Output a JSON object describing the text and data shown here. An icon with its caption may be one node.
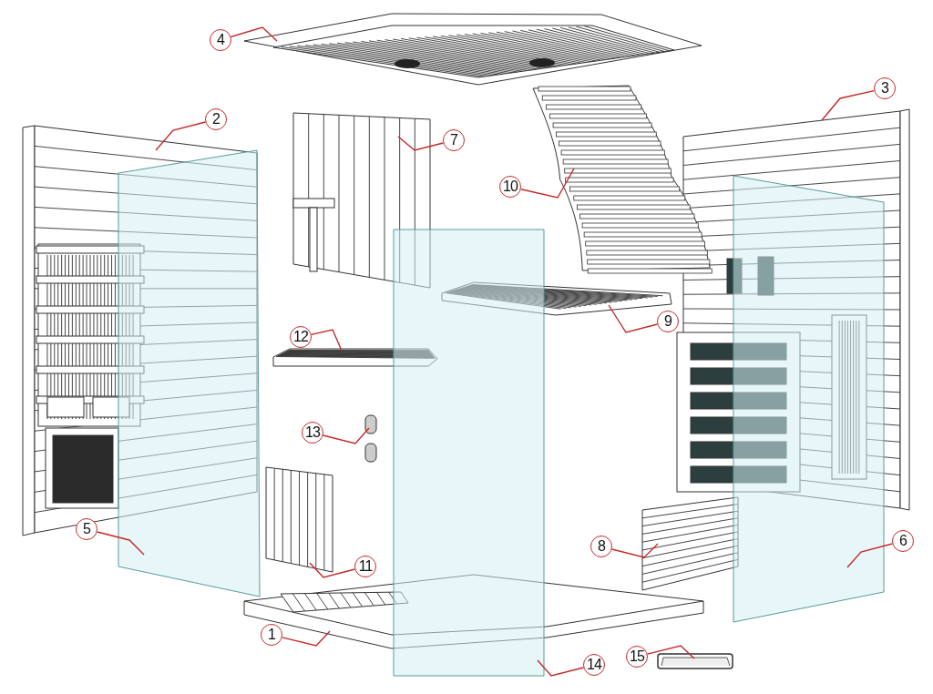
{
  "diagram": {
    "nodes": [
      {
        "text": [
          "1"
        ]
      },
      {
        "text": [
          "2"
        ]
      },
      {
        "text": [
          "3"
        ]
      },
      {
        "text": [
          "4"
        ]
      },
      {
        "text": [
          "5"
        ]
      },
      {
        "text": [
          "6"
        ]
      },
      {
        "text": [
          "7"
        ]
      },
      {
        "text": [
          "8"
        ]
      },
      {
        "text": [
          "9"
        ]
      },
      {
        "text": [
          "10"
        ]
      },
      {
        "text": [
          "11"
        ]
      },
      {
        "text": [
          "12"
        ]
      },
      {
        "text": [
          "13"
        ]
      },
      {
        "text": [
          "14"
        ]
      },
      {
        "text": [
          "15"
        ]
      },
      {
        "text": [],
        "shape": "picture"
      },
      {
        "text": [],
        "shape": "picture"
      },
      {
        "text": [],
        "shape": "picture"
      },
      {
        "text": [],
        "shape": "picture"
      },
      {
        "text": [],
        "shape": "picture"
      },
      {
        "text": [],
        "shape": "picture"
      },
      {
        "text": [],
        "shape": "picture"
      },
      {
        "text": [],
        "shape": "picture"
      },
      {
        "text": [],
        "shape": "picture"
      },
      {
        "text": [],
        "shape": "picture"
      },
      {
        "text": [],
        "shape": "picture"
      },
      {
        "text": [],
        "shape": "picture"
      },
      {
        "text": [],
        "shape": "picture"
      },
      {
        "text": [],
        "shape": "picture"
      },
      {
        "text": [],
        "shape": "picture"
      }
    ],
    "edges": [
      {
        "from": 0,
        "to": 15,
        "arrow": "none"
      },
      {
        "from": 1,
        "to": 16,
        "arrow": "none"
      },
      {
        "from": 2,
        "to": 17,
        "arrow": "none"
      },
      {
        "from": 3,
        "to": 18,
        "arrow": "none"
      },
      {
        "from": 4,
        "to": 19,
        "arrow": "none"
      },
      {
        "from": 5,
        "to": 20,
        "arrow": "none"
      },
      {
        "from": 6,
        "to": 21,
        "arrow": "none"
      },
      {
        "from": 7,
        "to": 22,
        "arrow": "none"
      },
      {
        "from": 8,
        "to": 23,
        "arrow": "none"
      },
      {
        "from": 9,
        "to": 24,
        "arrow": "none"
      },
      {
        "from": 10,
        "to": 25,
        "arrow": "none"
      },
      {
        "from": 11,
        "to": 26,
        "arrow": "none"
      },
      {
        "from": 12,
        "to": 27,
        "arrow": "none"
      },
      {
        "from": 13,
        "to": 28,
        "arrow": "none"
      },
      {
        "from": 14,
        "to": 29,
        "arrow": "none"
      }
    ]
  }
}
